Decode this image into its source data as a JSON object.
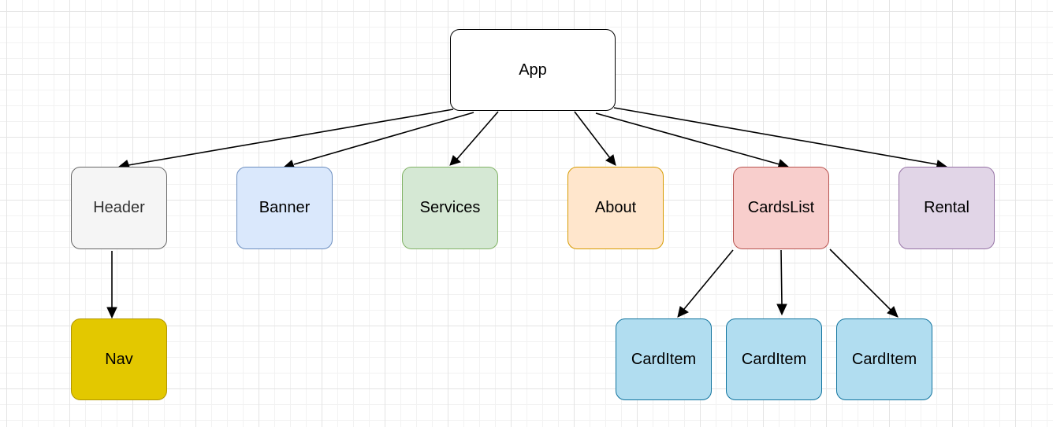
{
  "nodes": {
    "app": "App",
    "header": "Header",
    "banner": "Banner",
    "services": "Services",
    "about": "About",
    "cards_list": "CardsList",
    "rental": "Rental",
    "nav": "Nav",
    "card_item_1": "CardItem",
    "card_item_2": "CardItem",
    "card_item_3": "CardItem"
  },
  "edges": [
    {
      "from": "App",
      "to": "Header"
    },
    {
      "from": "App",
      "to": "Banner"
    },
    {
      "from": "App",
      "to": "Services"
    },
    {
      "from": "App",
      "to": "About"
    },
    {
      "from": "App",
      "to": "CardsList"
    },
    {
      "from": "App",
      "to": "Rental"
    },
    {
      "from": "Header",
      "to": "Nav"
    },
    {
      "from": "CardsList",
      "to": "CardItem"
    },
    {
      "from": "CardsList",
      "to": "CardItem"
    },
    {
      "from": "CardsList",
      "to": "CardItem"
    }
  ],
  "colors": {
    "app_fill": "#ffffff",
    "header_fill": "#f5f5f5",
    "banner_fill": "#dae8fc",
    "services_fill": "#d5e8d4",
    "about_fill": "#ffe6cc",
    "cards_list_fill": "#f8cecc",
    "rental_fill": "#e1d5e7",
    "nav_fill": "#e3c800",
    "card_item_fill": "#b1ddf0"
  }
}
